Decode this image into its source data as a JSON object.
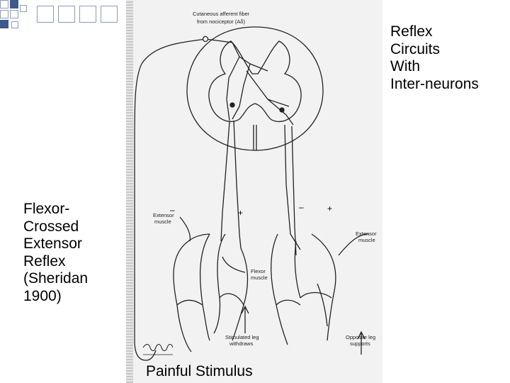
{
  "slide": {
    "title_right": "Reflex\nCircuits\nWith\nInter-neurons",
    "label_left": "Flexor-\nCrossed\nExtensor\nReflex\n(Sheridan\n1900)",
    "label_bottom": "Painful Stimulus"
  },
  "figure": {
    "fiber_label_1": "Cutaneous afferent fiber",
    "fiber_label_2": "from nociceptor (Aδ)",
    "extensor_left_1": "Extensor",
    "extensor_left_2": "muscle",
    "extensor_right_1": "Extensor",
    "extensor_right_2": "muscle",
    "flexor_1": "Flexor",
    "flexor_2": "muscle",
    "stim_leg_1": "Stimulated leg",
    "stim_leg_2": "withdraws",
    "opp_leg_1": "Opposite leg",
    "opp_leg_2": "supports",
    "plus_left": "+",
    "minus_left": "–",
    "minus_right": "–",
    "plus_right": "+"
  },
  "colors": {
    "accent_square": "#3d5a8a",
    "square_border": "#8a9db8"
  }
}
